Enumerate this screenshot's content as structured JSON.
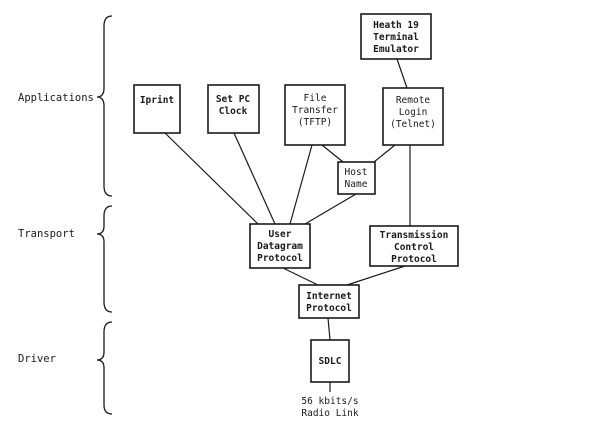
{
  "layers": {
    "applications": "Applications",
    "transport": "Transport",
    "driver": "Driver"
  },
  "boxes": {
    "heath19": [
      "Heath 19",
      "Terminal",
      "Emulator"
    ],
    "iprint": [
      "Iprint"
    ],
    "set_pc_clock": [
      "Set PC",
      "Clock"
    ],
    "file_transfer": [
      "File",
      "Transfer",
      "(TFTP)"
    ],
    "remote_login": [
      "Remote",
      "Login",
      "(Telnet)"
    ],
    "host_name": [
      "Host",
      "Name"
    ],
    "udp": [
      "User",
      "Datagram",
      "Protocol"
    ],
    "tcp": [
      "Transmission",
      "Control",
      "Protocol"
    ],
    "ip": [
      "Internet",
      "Protocol"
    ],
    "sdlc": [
      "SDLC"
    ]
  },
  "radio_link": [
    "56 kbits/s",
    "Radio Link"
  ]
}
